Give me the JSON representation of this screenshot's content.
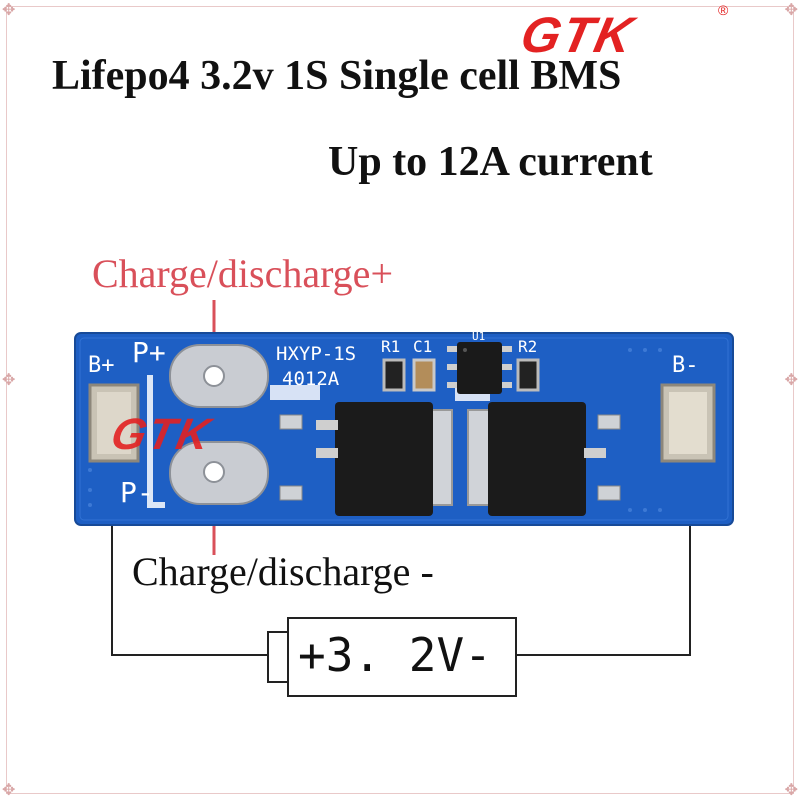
{
  "brand": {
    "logo_text": "GTK",
    "registered_mark": "®",
    "logo_color": "#e32222"
  },
  "header": {
    "title": "Lifepo4 3.2v 1S Single cell BMS",
    "subtitle": "Up to 12A current"
  },
  "labels": {
    "positive": "Charge/discharge+",
    "negative": "Charge/discharge -",
    "positive_color": "#d9505a"
  },
  "board": {
    "color": "#1e5fc4",
    "model_line1": "HXYP-1S",
    "model_line2": "4012A",
    "pad_b_plus": "B+",
    "pad_p_plus": "P+",
    "pad_p_minus": "P-",
    "pad_b_minus": "B-",
    "ref_r1": "R1",
    "ref_c1": "C1",
    "ref_r2": "R2",
    "ic_mark": "U1"
  },
  "battery": {
    "label": "+3. 2V-"
  }
}
